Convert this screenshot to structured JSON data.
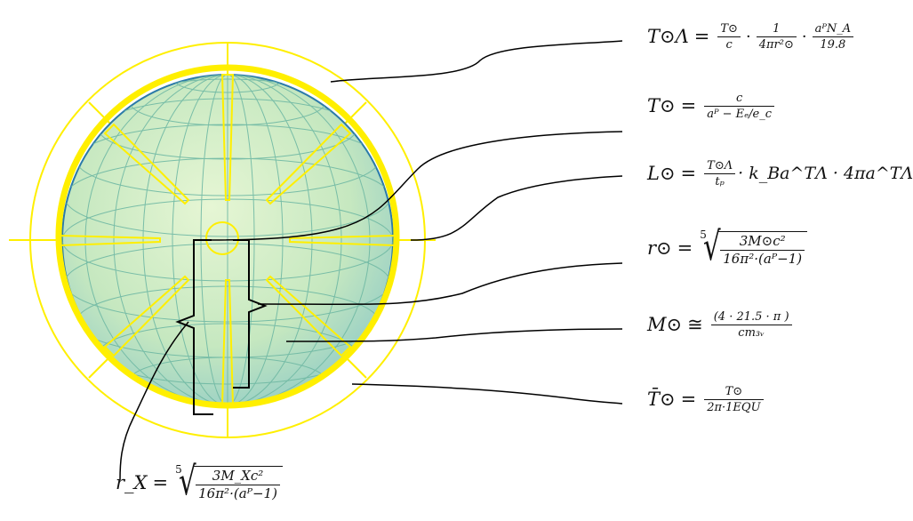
{
  "colors": {
    "sphere_fill": "#cdebbf",
    "sphere_grid": "#6fb8a4",
    "sphere_edge": "#2a7aa8",
    "halo": "#ffef00",
    "leader": "#000000"
  },
  "equations": {
    "e1": {
      "lhs": "T⊙Λ",
      "op": "=",
      "f1n": "T⊙",
      "f1d": "c",
      "dot": "·",
      "f2n": "1",
      "f2d": "4πr²⊙",
      "f3n": "aᴾN_A",
      "f3d": "19.8"
    },
    "e2": {
      "lhs": "T⊙",
      "op": "=",
      "fn": "c",
      "fd": "aᴾ − Eₑ/e_c"
    },
    "e3": {
      "lhs": "L⊙",
      "op": "=",
      "fn": "T⊙Λ",
      "fd": "tₚ",
      "mid": "· k_Ba^TΛ · 4πa^TΛ"
    },
    "e4": {
      "lhs": "r⊙",
      "op": "=",
      "idx": "5",
      "rn": "3M⊙c²",
      "rd": "16π²·(aᴾ−1)"
    },
    "e5": {
      "lhs": "M⊙",
      "op": "≅",
      "fn": "(4 · 21.5 · π )",
      "fd": "cm₃ᵥ"
    },
    "e6": {
      "lhs": "T̄⊙",
      "op": "=",
      "fn": "T⊙",
      "fd": "2π·1EQU"
    },
    "e7": {
      "lhs": "r_X",
      "op": "=",
      "idx": "5",
      "rn": "3M_Xc²",
      "rd": "16π²·(aᴾ−1)"
    }
  }
}
